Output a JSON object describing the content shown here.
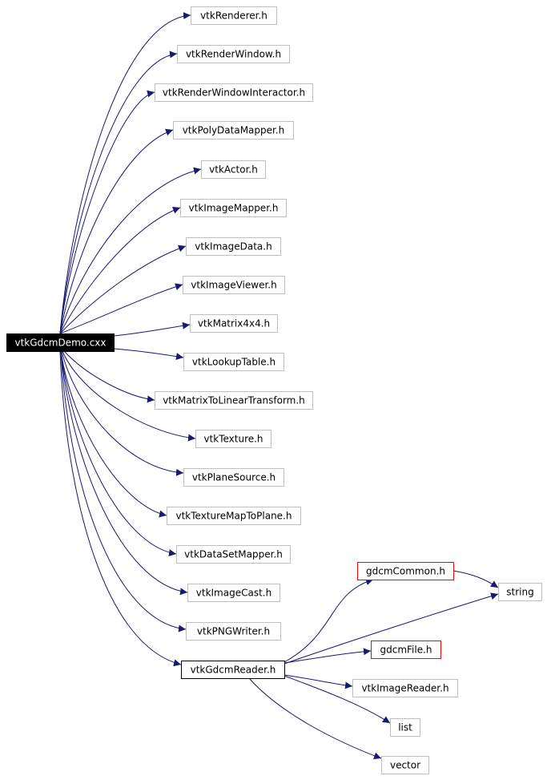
{
  "root": {
    "id": "root",
    "label": "vtkGdcmDemo.cxx"
  },
  "nodes": [
    {
      "id": "n1",
      "label": "vtkRenderer.h"
    },
    {
      "id": "n2",
      "label": "vtkRenderWindow.h"
    },
    {
      "id": "n3",
      "label": "vtkRenderWindowInteractor.h"
    },
    {
      "id": "n4",
      "label": "vtkPolyDataMapper.h"
    },
    {
      "id": "n5",
      "label": "vtkActor.h"
    },
    {
      "id": "n6",
      "label": "vtkImageMapper.h"
    },
    {
      "id": "n7",
      "label": "vtkImageData.h"
    },
    {
      "id": "n8",
      "label": "vtkImageViewer.h"
    },
    {
      "id": "n9",
      "label": "vtkMatrix4x4.h"
    },
    {
      "id": "n10",
      "label": "vtkLookupTable.h"
    },
    {
      "id": "n11",
      "label": "vtkMatrixToLinearTransform.h"
    },
    {
      "id": "n12",
      "label": "vtkTexture.h"
    },
    {
      "id": "n13",
      "label": "vtkPlaneSource.h"
    },
    {
      "id": "n14",
      "label": "vtkTextureMapToPlane.h"
    },
    {
      "id": "n15",
      "label": "vtkDataSetMapper.h"
    },
    {
      "id": "n16",
      "label": "vtkImageCast.h"
    },
    {
      "id": "n17",
      "label": "vtkPNGWriter.h"
    },
    {
      "id": "n18",
      "label": "vtkGdcmReader.h"
    },
    {
      "id": "n19",
      "label": "gdcmCommon.h"
    },
    {
      "id": "n20",
      "label": "string"
    },
    {
      "id": "n21",
      "label": "gdcmFile.h"
    },
    {
      "id": "n22",
      "label": "vtkImageReader.h"
    },
    {
      "id": "n23",
      "label": "list"
    },
    {
      "id": "n24",
      "label": "vector"
    }
  ],
  "edges": [
    [
      "root",
      "n1"
    ],
    [
      "root",
      "n2"
    ],
    [
      "root",
      "n3"
    ],
    [
      "root",
      "n4"
    ],
    [
      "root",
      "n5"
    ],
    [
      "root",
      "n6"
    ],
    [
      "root",
      "n7"
    ],
    [
      "root",
      "n8"
    ],
    [
      "root",
      "n9"
    ],
    [
      "root",
      "n10"
    ],
    [
      "root",
      "n11"
    ],
    [
      "root",
      "n12"
    ],
    [
      "root",
      "n13"
    ],
    [
      "root",
      "n14"
    ],
    [
      "root",
      "n15"
    ],
    [
      "root",
      "n16"
    ],
    [
      "root",
      "n17"
    ],
    [
      "root",
      "n18"
    ],
    [
      "n18",
      "n19"
    ],
    [
      "n18",
      "n20"
    ],
    [
      "n18",
      "n21"
    ],
    [
      "n18",
      "n22"
    ],
    [
      "n18",
      "n23"
    ],
    [
      "n18",
      "n24"
    ],
    [
      "n19",
      "n20"
    ]
  ],
  "colors": {
    "edge": "#191970",
    "node_border": "#bfbfbf",
    "node_border_highlight": "#000000",
    "node_border_missing": "#ff0000",
    "root_fill": "#000000",
    "root_text": "#ffffff",
    "text": "#000000"
  }
}
